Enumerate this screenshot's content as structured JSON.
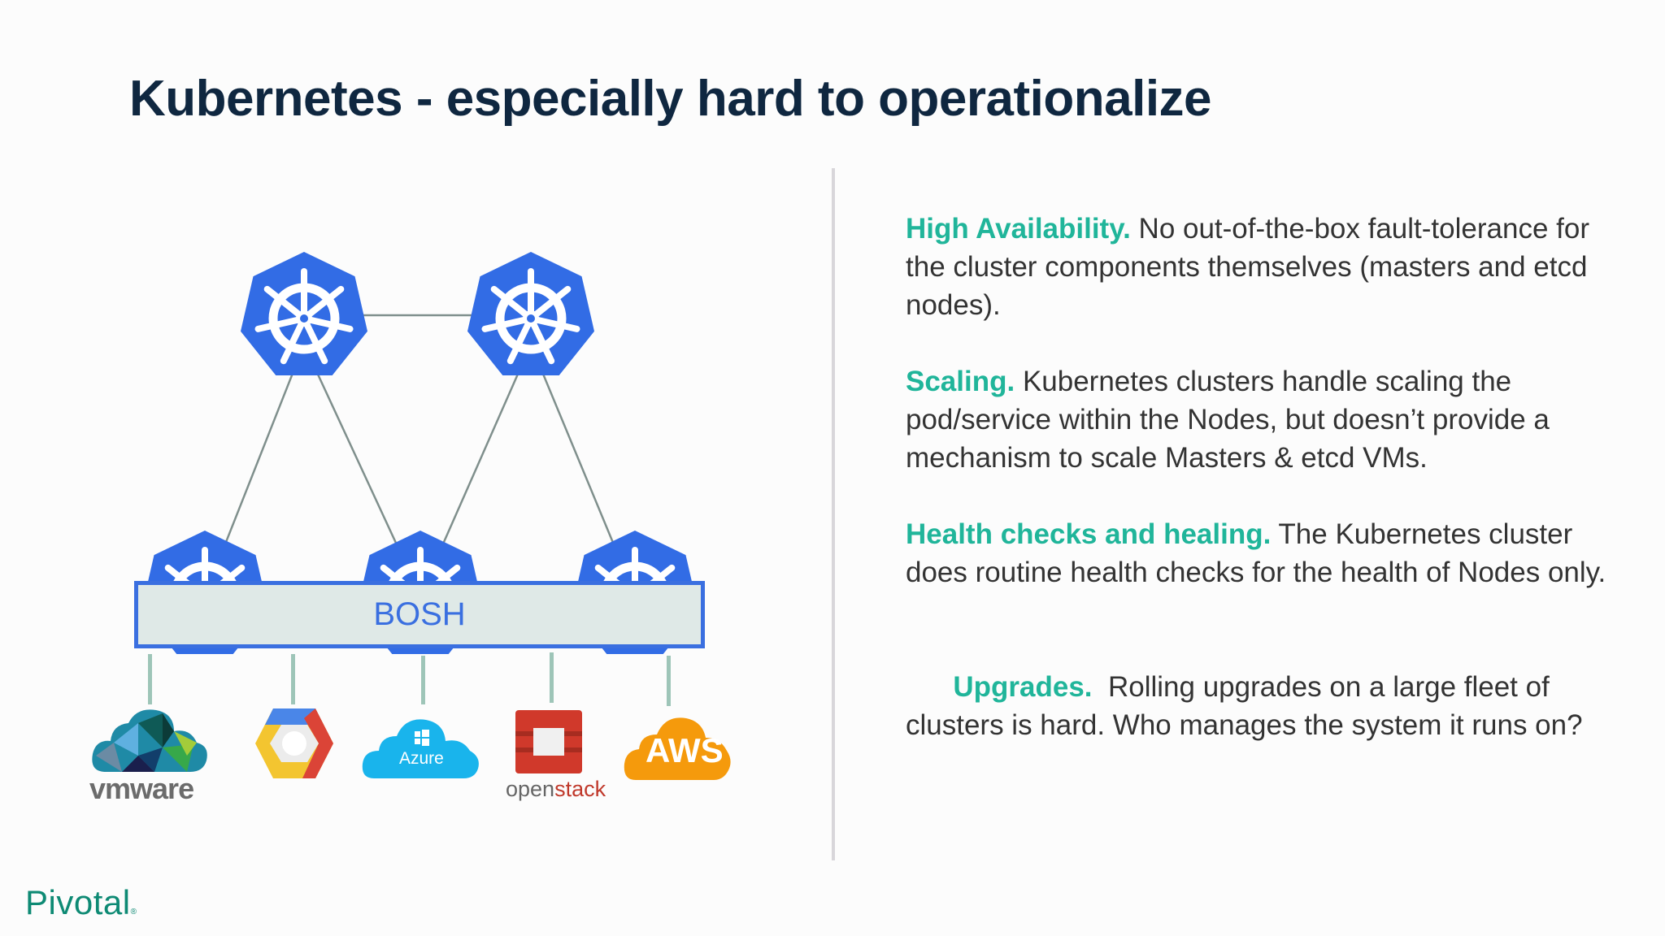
{
  "slide": {
    "title": "Kubernetes - especially hard to operationalize",
    "logo": "Pivotal"
  },
  "diagram": {
    "nodes": [
      {
        "name": "kubernetes-node-top-left"
      },
      {
        "name": "kubernetes-node-top-right"
      },
      {
        "name": "kubernetes-node-bottom-left"
      },
      {
        "name": "kubernetes-node-bottom-middle"
      },
      {
        "name": "kubernetes-node-bottom-right"
      }
    ],
    "node_color": "#326ce5",
    "bosh_label": "BOSH",
    "providers": [
      {
        "name": "vmware",
        "label": "vmware"
      },
      {
        "name": "google-cloud",
        "label": ""
      },
      {
        "name": "azure",
        "label": "Azure"
      },
      {
        "name": "openstack",
        "label_a": "open",
        "label_b": "stack"
      },
      {
        "name": "aws",
        "label": "AWS"
      }
    ]
  },
  "points": [
    {
      "heading": "High Availability.",
      "body": " No out-of-the-box fault-tolerance for the cluster components themselves (masters and etcd nodes)."
    },
    {
      "heading": "Scaling.",
      "body": " Kubernetes clusters handle scaling the pod/service within the Nodes, but doesn’t provide a mechanism to scale Masters & etcd VMs."
    },
    {
      "heading": "Health checks and healing.",
      "body": " The Kubernetes cluster does routine health checks for the health of Nodes only."
    },
    {
      "heading": "Upgrades.",
      "body": "  Rolling upgrades on a large fleet of clusters is hard. Who manages the system it runs on?"
    }
  ],
  "colors": {
    "title": "#0f2740",
    "accent": "#20b59a",
    "kubernetes_blue": "#326ce5",
    "bosh_border": "#3a6fe0",
    "pivotal_green": "#0e8a74"
  }
}
